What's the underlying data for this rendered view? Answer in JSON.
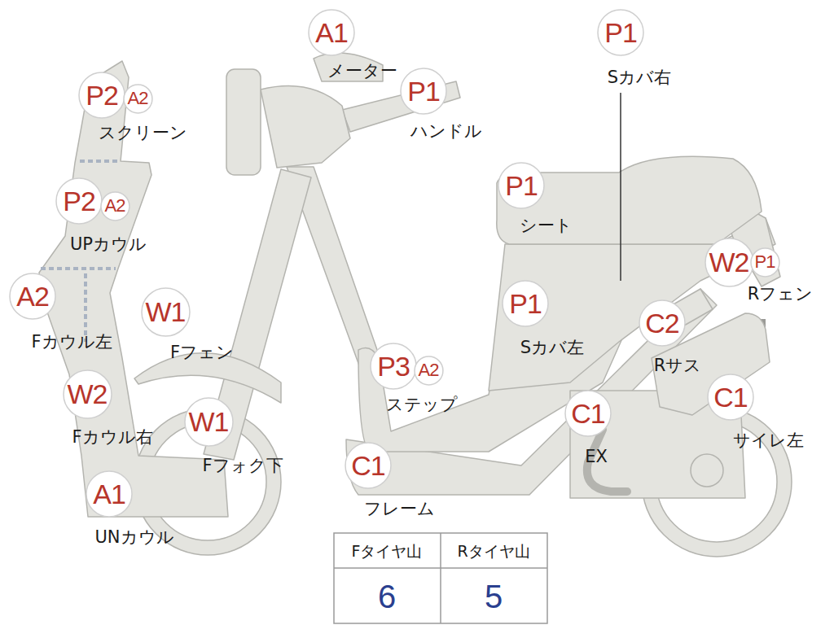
{
  "diagram": {
    "nodes": [
      {
        "text": [
          "A1"
        ]
      },
      {
        "text": [
          "P1"
        ]
      },
      {
        "text": [
          "P1"
        ]
      },
      {
        "text": [
          "P2"
        ]
      },
      {
        "text": [
          "A2"
        ]
      },
      {
        "text": [
          "P1"
        ]
      },
      {
        "text": [
          "P2"
        ]
      },
      {
        "text": [
          "A2"
        ]
      },
      {
        "text": [
          "W2"
        ]
      },
      {
        "text": [
          "P1"
        ]
      },
      {
        "text": [
          "A2"
        ]
      },
      {
        "text": [
          "P1"
        ]
      },
      {
        "text": [
          "W1"
        ]
      },
      {
        "text": [
          "C2"
        ]
      },
      {
        "text": [
          "P3"
        ]
      },
      {
        "text": [
          "A2"
        ]
      },
      {
        "text": [
          "W2"
        ]
      },
      {
        "text": [
          "C1"
        ]
      },
      {
        "text": [
          "C1"
        ]
      },
      {
        "text": [
          "W1"
        ]
      },
      {
        "text": [
          "C1"
        ]
      },
      {
        "text": [
          "A1"
        ]
      }
    ],
    "labels": [
      "メーター",
      "Sカバ右",
      "ハンドル",
      "スクリーン",
      "シート",
      "UPカウル",
      "Rフェン",
      "Fカウル左",
      "Sカバ左",
      "Fフェン",
      "Rサス",
      "ステップ",
      "Fカウル右",
      "サイレ左",
      "EX",
      "Fフォク下",
      "フレーム",
      "UNカウル",
      "Fタイヤ山",
      "Rタイヤ山",
      "6",
      "5"
    ]
  }
}
